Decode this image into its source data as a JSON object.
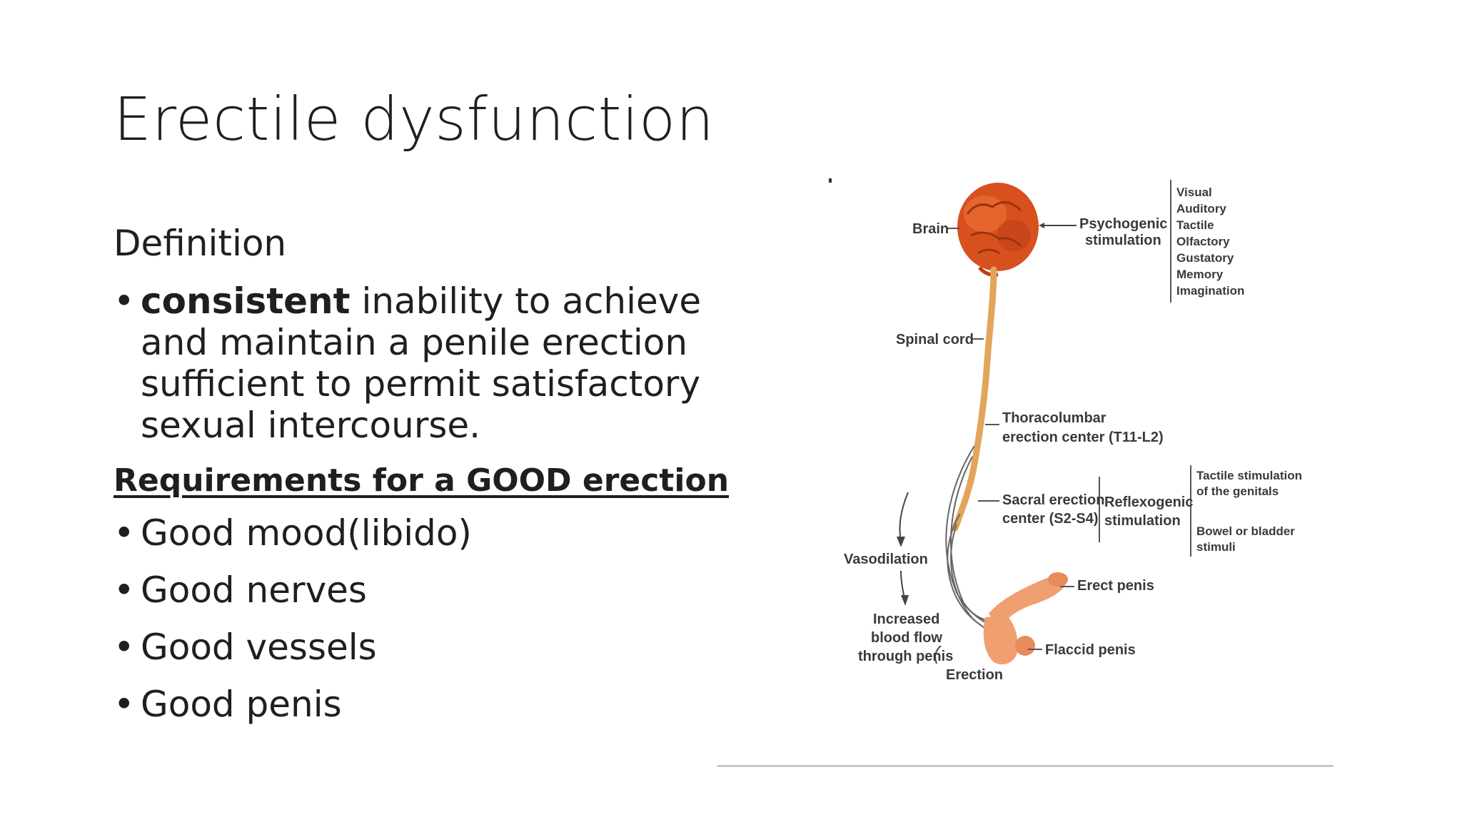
{
  "slide": {
    "title": "Erectile dysfunction",
    "definition_heading": "Definition",
    "definition_bold": "consistent",
    "definition_rest": " inability to achieve and maintain a penile erection sufficient to permit satisfactory sexual intercourse.",
    "requirements_heading": "Requirements for a GOOD erection",
    "requirements": [
      "Good mood(libido)",
      "Good nerves",
      "Good vessels",
      "Good penis"
    ],
    "bullet_char": "•"
  },
  "diagram": {
    "labels": {
      "brain": "Brain",
      "psychogenic_1": "Psychogenic",
      "psychogenic_2": "stimulation",
      "senses": [
        "Visual",
        "Auditory",
        "Tactile",
        "Olfactory",
        "Gustatory",
        "Memory",
        "Imagination"
      ],
      "spinal_cord": "Spinal cord",
      "thoraco_1": "Thoracolumbar",
      "thoraco_2": "erection center (T11-L2)",
      "sacral_1": "Sacral erection",
      "sacral_2": "center (S2-S4)",
      "reflex_1": "Reflexogenic",
      "reflex_2": "stimulation",
      "tactile_1": "Tactile stimulation",
      "tactile_2": "of the genitals",
      "bowel_1": "Bowel or bladder",
      "bowel_2": "stimuli",
      "vasodilation": "Vasodilation",
      "erect_penis": "Erect penis",
      "increased_1": "Increased",
      "increased_2": "blood flow",
      "increased_3": "through penis",
      "flaccid_penis": "Flaccid penis",
      "erection": "Erection"
    },
    "colors": {
      "brain": "#d8501e",
      "cord": "#e3a55c",
      "penis": "#f0a070",
      "line": "#555555"
    }
  }
}
